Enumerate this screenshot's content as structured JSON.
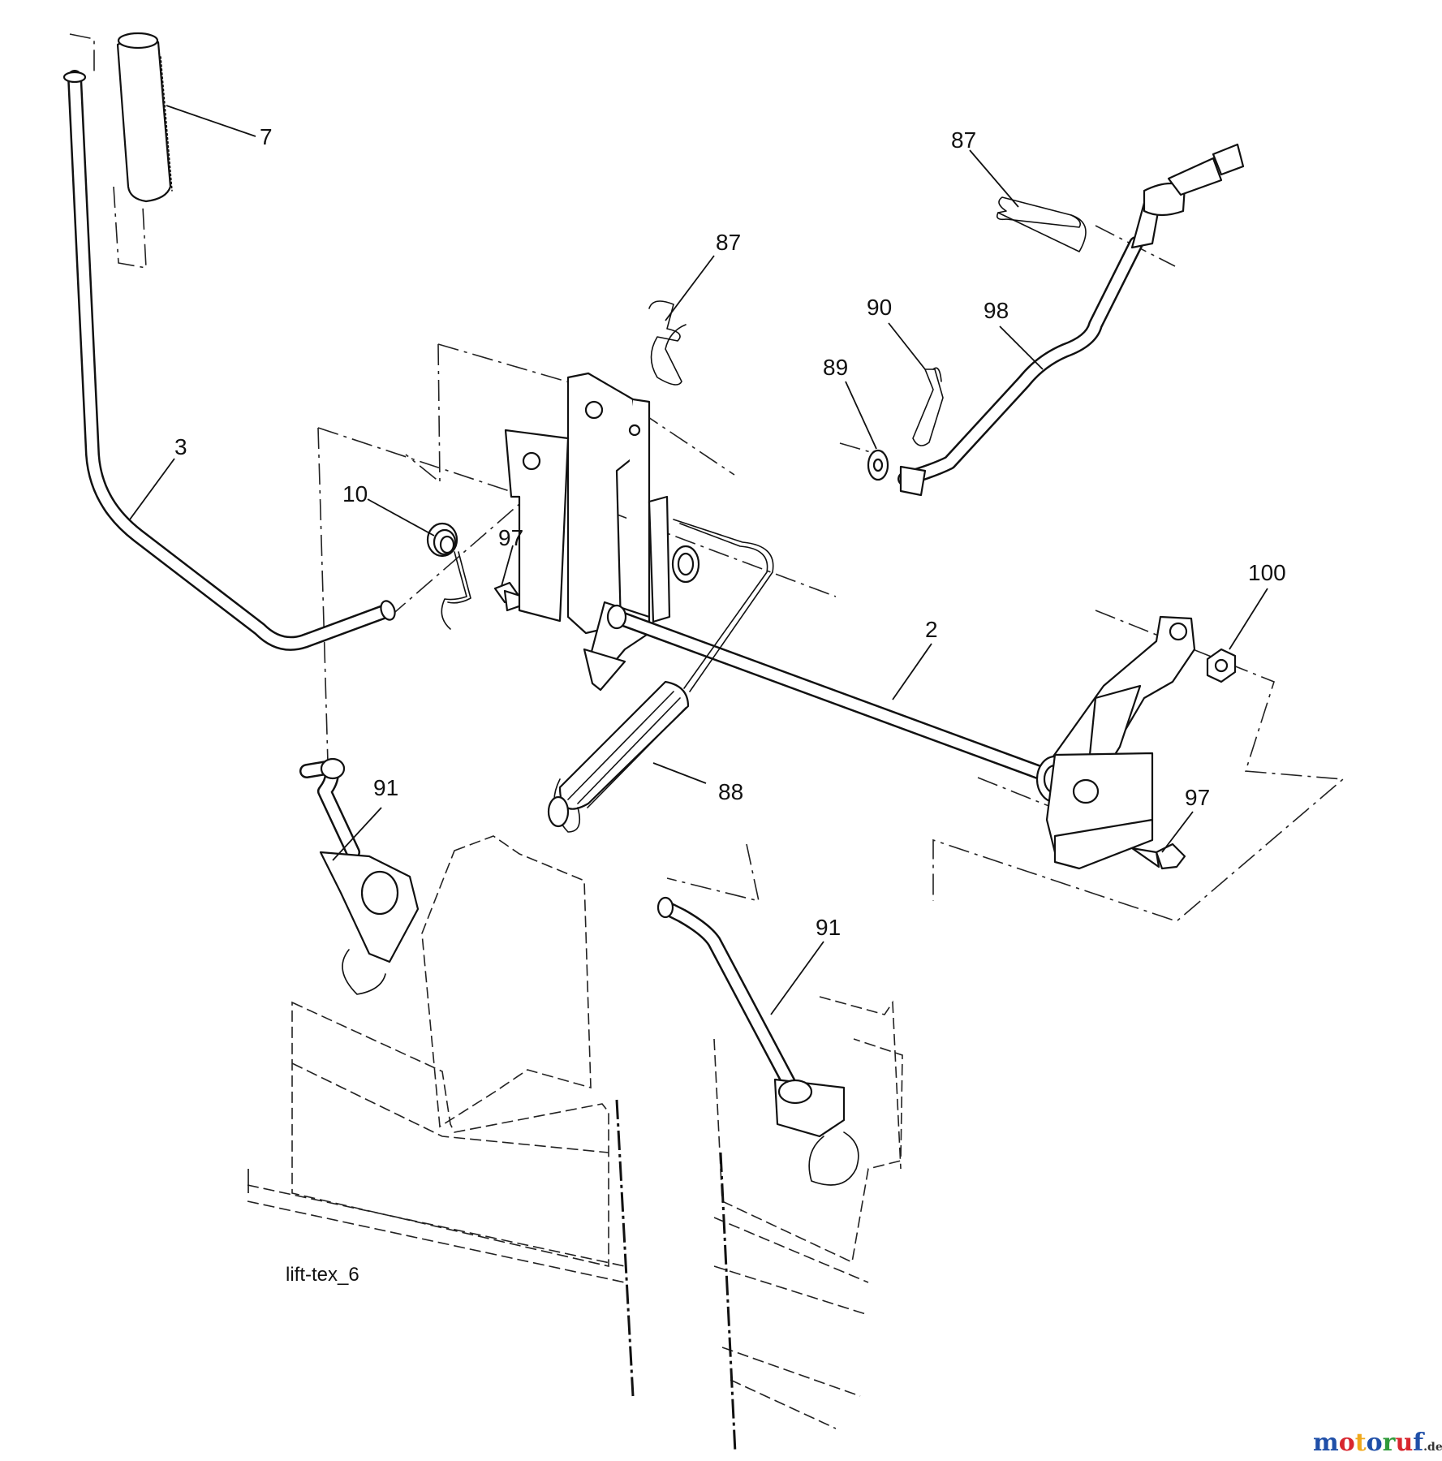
{
  "diagram": {
    "drawing_id": "lift-tex_6",
    "callouts": {
      "lift_handle": "3",
      "handle_grip": "7",
      "torsion_spring": "10",
      "bolt_upper": "97",
      "bolt_lower": "97",
      "hairpin_upper": "87",
      "hairpin_right": "87",
      "cotter_pin": "90",
      "washer": "89",
      "adjust_rod": "98",
      "lift_shaft": "2",
      "locknut": "100",
      "extension_spring": "88",
      "lift_link_left": "91",
      "lift_link_right": "91"
    }
  },
  "watermark": {
    "letters": [
      "m",
      "o",
      "t",
      "o",
      "r",
      "u",
      "f"
    ],
    "colors": [
      "#1f4fa8",
      "#d8262e",
      "#f0a81c",
      "#1f4fa8",
      "#2f9a3a",
      "#d8262e",
      "#1f4fa8"
    ],
    "suffix": ".de"
  }
}
